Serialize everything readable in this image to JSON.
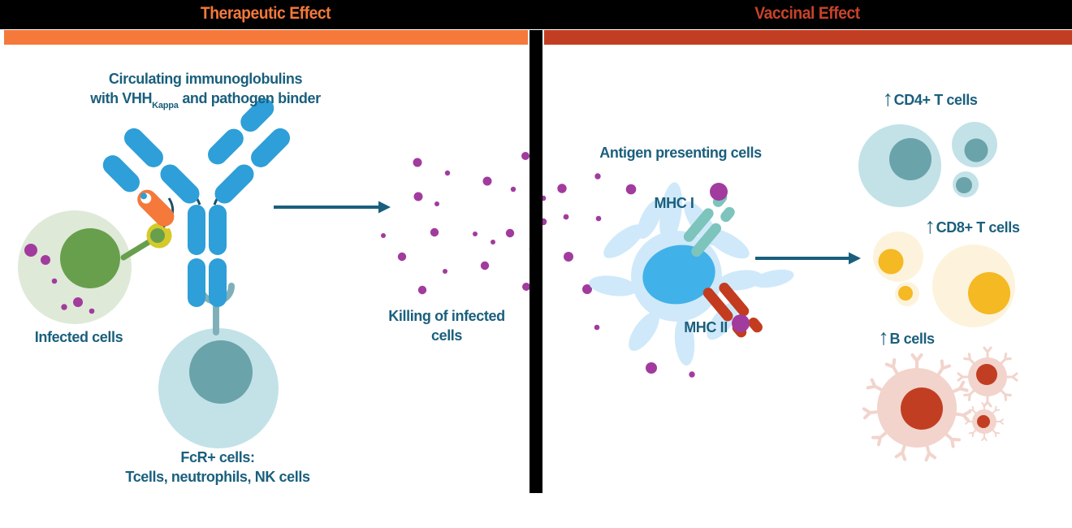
{
  "palette": {
    "black": "#000000",
    "orange": "#F4793B",
    "rust": "#C23E23",
    "teal_text": "#1A5F7D",
    "antibody_blue": "#2E9FD8",
    "binder_orange": "#F4793B",
    "binder_yellow": "#D5C92B",
    "stem_green": "#679F4C",
    "infected_outer": "#DFE9D8",
    "infected_nucleus": "#679F4C",
    "virus_purple": "#A23B9E",
    "tcell_outer": "#C2E2E8",
    "tcell_nucleus": "#6BA3AB",
    "receptor_teal": "#7FB0BA",
    "apc_body": "#CFE9FA",
    "apc_nucleus": "#41B1E9",
    "mhc1_teal": "#7CC4BC",
    "mhc2_red": "#C33C20",
    "cd8_outer": "#FDF3DC",
    "cd8_nucleus": "#F4B923",
    "b_outer": "#F2D4CC",
    "b_nucleus": "#C23E22",
    "arrow": "#1A5F7D",
    "hinge_line": "#1B4F6B",
    "white": "#FFFFFF"
  },
  "header": {
    "left_title": "Therapeutic Effect",
    "right_title": "Vaccinal Effect"
  },
  "therapeutic": {
    "caption_line1": "Circulating immunoglobulins",
    "caption_pre": "with VHH",
    "caption_sub": "Kappa",
    "caption_post": "and pathogen binder",
    "infected_label": "Infected cells",
    "fcr_line1": "FcR+ cells:",
    "fcr_line2": "Tcells, neutrophils, NK cells",
    "killing_line1": "Killing of infected",
    "killing_line2": "cells"
  },
  "vaccinal": {
    "apc_label": "Antigen presenting cells",
    "mhc1_label": "MHC I",
    "mhc2_label": "MHC II",
    "up_arrow": "↑",
    "cd4_label": "CD4+ T cells",
    "cd8_label": "CD8+ T cells",
    "b_label": "B cells"
  }
}
